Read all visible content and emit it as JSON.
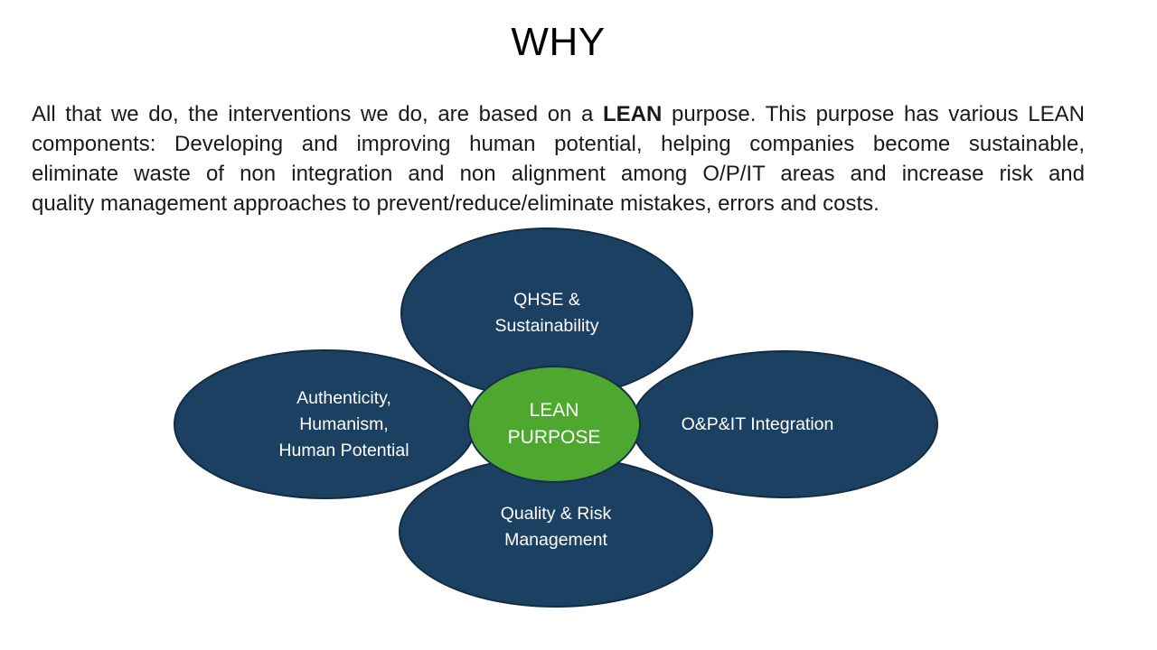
{
  "title": "WHY",
  "body": {
    "line1_pre": "All that we do, the interventions we do, are based on a ",
    "line1_bold": "LEAN",
    "line1_post": " purpose. This purpose has various LEAN",
    "line2": "components: Developing and improving human potential, helping companies become sustainable,",
    "line3": "eliminate waste of non integration and non alignment among O/P/IT areas and increase risk and",
    "line4": "quality management approaches to prevent/reduce/eliminate mistakes, errors and costs."
  },
  "diagram": {
    "center": {
      "lines": [
        "LEAN",
        "PURPOSE"
      ]
    },
    "petals": [
      {
        "id": "top",
        "lines": [
          "QHSE &",
          "Sustainability"
        ]
      },
      {
        "id": "left",
        "lines": [
          "Authenticity,",
          "Humanism,",
          "Human Potential"
        ]
      },
      {
        "id": "right",
        "lines": [
          "O&P&IT Integration"
        ]
      },
      {
        "id": "bottom",
        "lines": [
          "Quality & Risk",
          "Management"
        ]
      }
    ],
    "colors": {
      "petal_fill": "#1c4061",
      "petal_border": "#132c42",
      "center_fill": "#4ea72e",
      "center_border": "#14304a",
      "label_text": "#ffffff",
      "body_text": "#1a1a1a"
    }
  }
}
